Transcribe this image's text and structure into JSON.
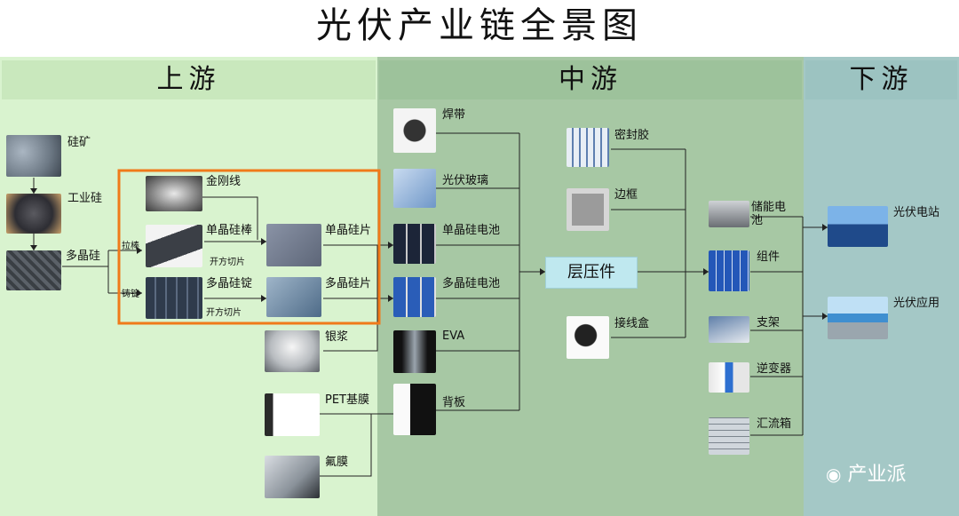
{
  "title": "光伏产业链全景图",
  "zones": {
    "upstream": "上游",
    "midstream": "中游",
    "downstream": "下游"
  },
  "upstream": {
    "silicon_ore": "硅矿",
    "industrial_silicon": "工业硅",
    "polysilicon": "多晶硅",
    "pull_rod": "拉棒",
    "cast_ingot": "铸锭",
    "diamond_wire": "金刚线",
    "mono_rod": "单晶硅棒",
    "cut1": "开方切片",
    "poly_ingot": "多晶硅锭",
    "cut2": "开方切片",
    "mono_wafer": "单晶硅片",
    "poly_wafer": "多晶硅片",
    "silver_paste": "银浆",
    "pet_film": "PET基膜",
    "fluorine_film": "氟膜"
  },
  "midstream": {
    "ribbon": "焊带",
    "pv_glass": "光伏玻璃",
    "mono_cell": "单晶硅电池",
    "poly_cell": "多晶硅电池",
    "eva": "EVA",
    "backsheet": "背板",
    "sealant": "密封胶",
    "frame": "边框",
    "lamination": "层压件",
    "junction_box": "接线盒"
  },
  "downstream": {
    "storage": "储能电池",
    "module": "组件",
    "bracket": "支架",
    "inverter": "逆变器",
    "combiner": "汇流箱",
    "pv_station": "光伏电站",
    "pv_application": "光伏应用"
  },
  "brand": "产业派",
  "colors": {
    "highlight_box": "#f07a1a",
    "upstream_bg": "#d9f3cf",
    "midstream_bg": "#a7c8a4",
    "downstream_bg": "#a4c8c6"
  }
}
